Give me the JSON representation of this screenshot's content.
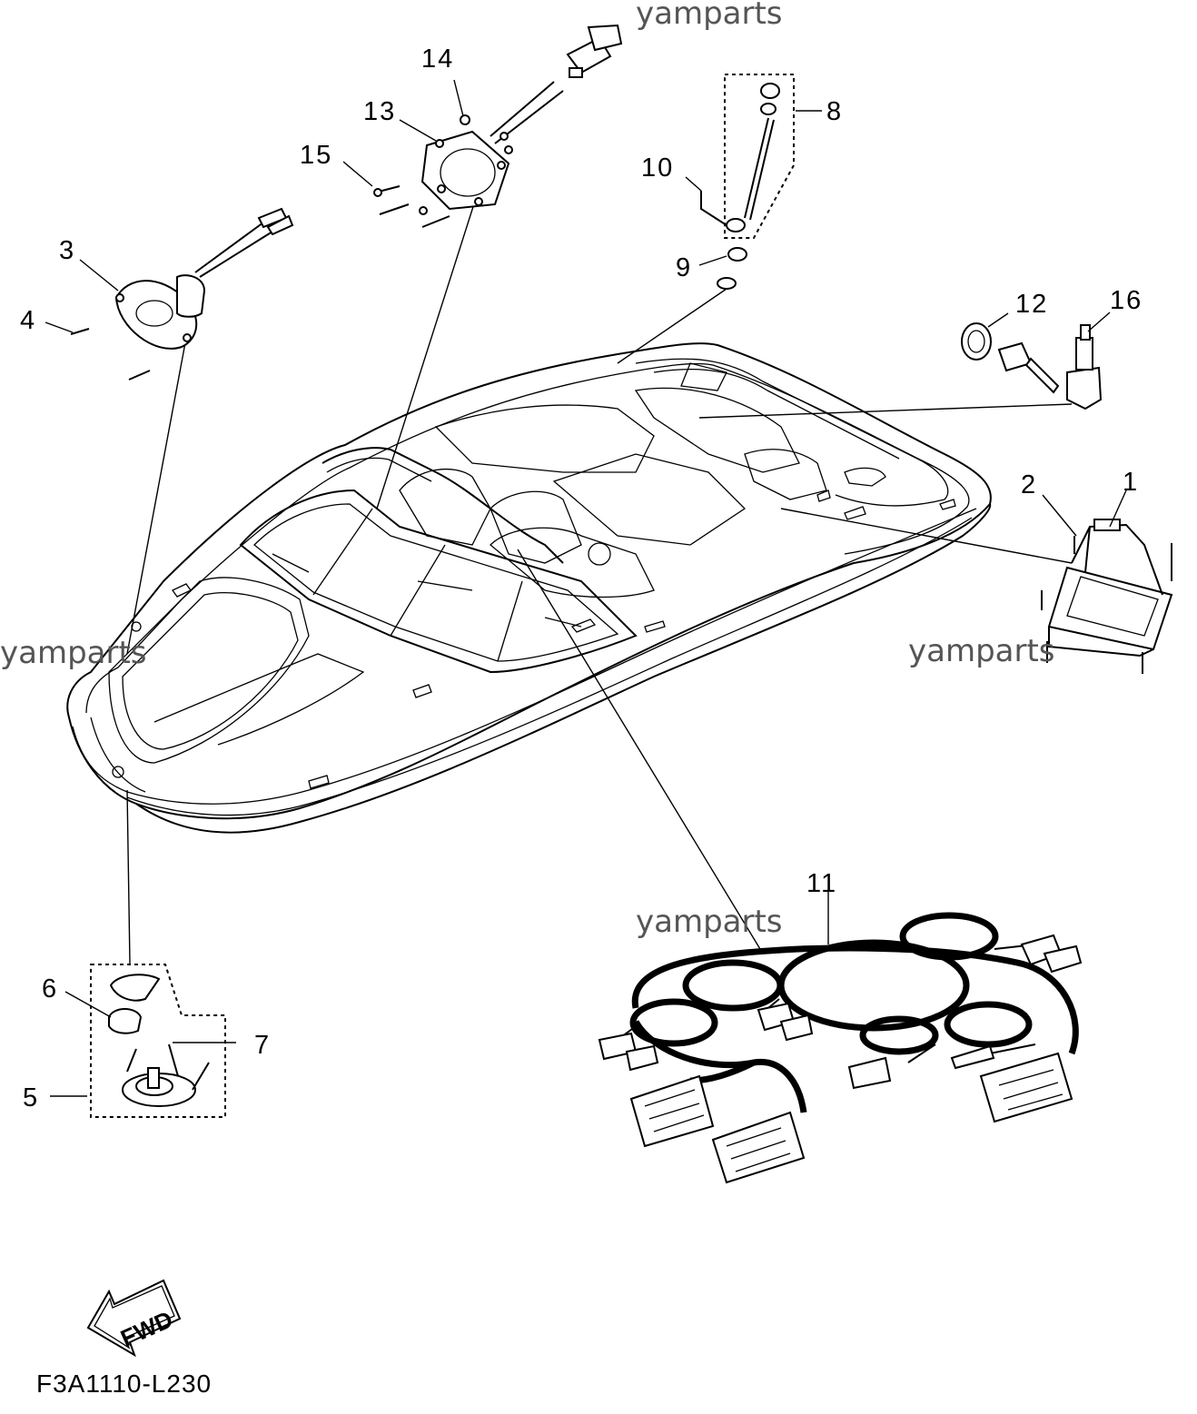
{
  "watermarks": [
    "yamparts",
    "yamparts",
    "yamparts",
    "yamparts"
  ],
  "callouts": [
    "1",
    "2",
    "3",
    "4",
    "5",
    "6",
    "7",
    "8",
    "9",
    "10",
    "11",
    "12",
    "13",
    "14",
    "15",
    "16"
  ],
  "fwd_label": "FWD",
  "diagram_code": "F3A1110-L230"
}
